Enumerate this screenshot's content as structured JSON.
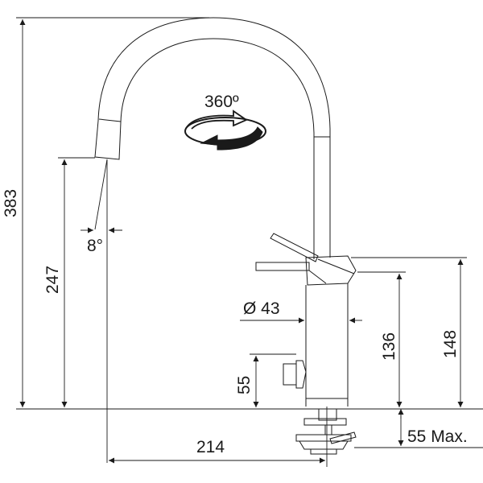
{
  "labels": {
    "rotation": "360º",
    "height_total": "383",
    "spout_height": "247",
    "angle": "8°",
    "diameter": "Ø 43",
    "body_height": "136",
    "lever_height": "148",
    "side_valve": "55",
    "reach": "214",
    "max_thickness": "55 Max."
  },
  "colors": {
    "stroke": "#1a1a1a",
    "background": "#ffffff"
  },
  "icons": {
    "rotation": "circular-arrow-icon"
  }
}
